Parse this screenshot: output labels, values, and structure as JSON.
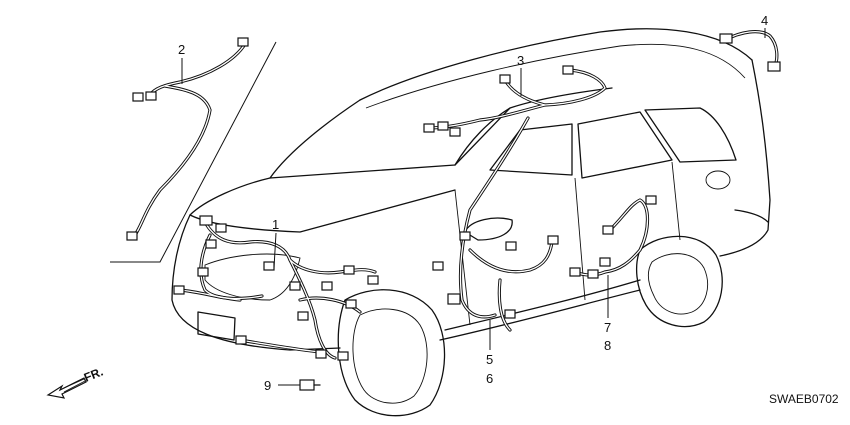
{
  "callouts": [
    {
      "id": "1",
      "label": "1"
    },
    {
      "id": "2",
      "label": "2"
    },
    {
      "id": "3",
      "label": "3"
    },
    {
      "id": "4",
      "label": "4"
    },
    {
      "id": "5",
      "label": "5"
    },
    {
      "id": "6",
      "label": "6"
    },
    {
      "id": "7",
      "label": "7"
    },
    {
      "id": "8",
      "label": "8"
    },
    {
      "id": "9",
      "label": "9"
    }
  ],
  "direction_indicator": {
    "label": "FR.",
    "icon": "arrow-left-icon"
  },
  "diagram_code": "SWAEB0702"
}
